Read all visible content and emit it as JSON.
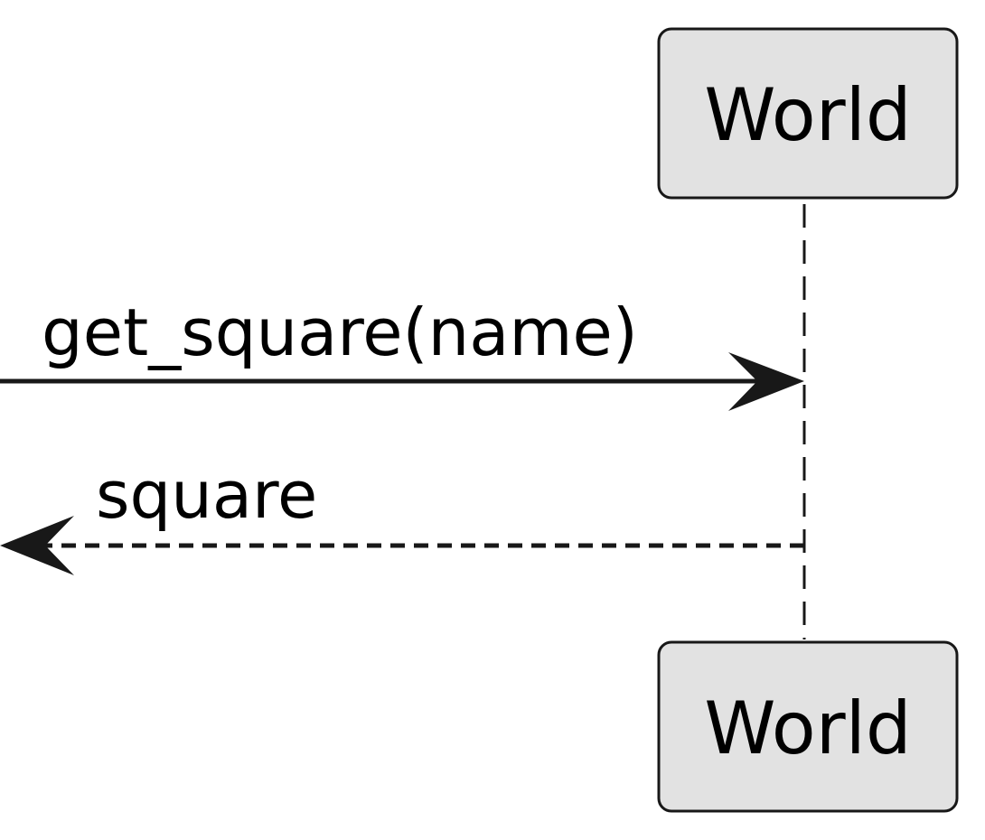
{
  "participants": {
    "top": {
      "label": "World"
    },
    "bottom": {
      "label": "World"
    }
  },
  "messages": {
    "call": {
      "label": "get_square(name)"
    },
    "return": {
      "label": "square"
    }
  },
  "colors": {
    "box_fill": "#e2e2e2",
    "stroke": "#181818",
    "text": "#000000",
    "background": "#ffffff"
  }
}
